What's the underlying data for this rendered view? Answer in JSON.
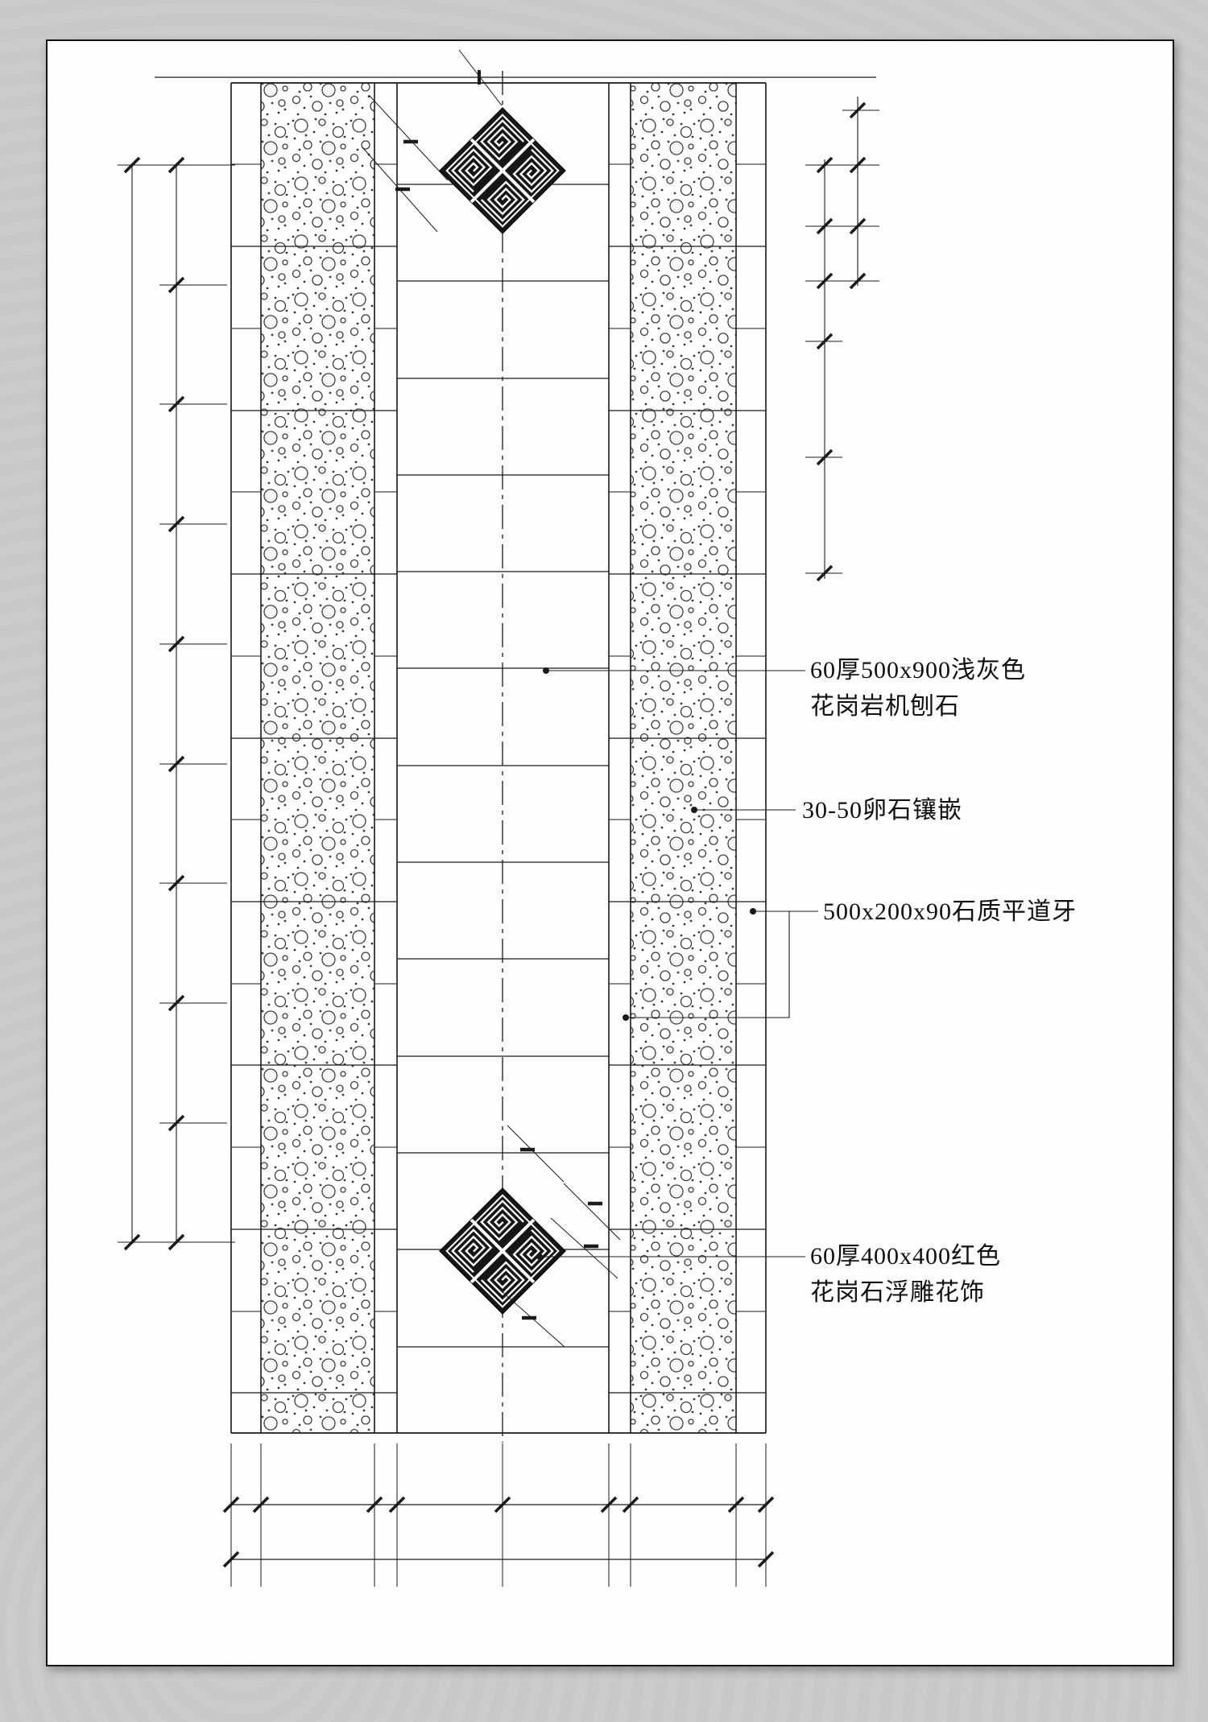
{
  "annotations": {
    "paver": {
      "line1": "60厚500x900浅灰色",
      "line2": "花岗岩机刨石"
    },
    "pebble": {
      "line1": "30-50卵石镶嵌"
    },
    "curb": {
      "line1": "500x200x90石质平道牙"
    },
    "ornament": {
      "line1": "60厚400x400红色",
      "line2": "花岗石浮雕花饰"
    }
  },
  "colors": {
    "line": "#1a1a1a",
    "paper": "#fefefe",
    "background": "#c9c9c9",
    "ornament_fill": "#161616",
    "ornament_pattern": "#ffffff"
  },
  "drawing_type": "paving plan detail (walkway pavement layout)"
}
